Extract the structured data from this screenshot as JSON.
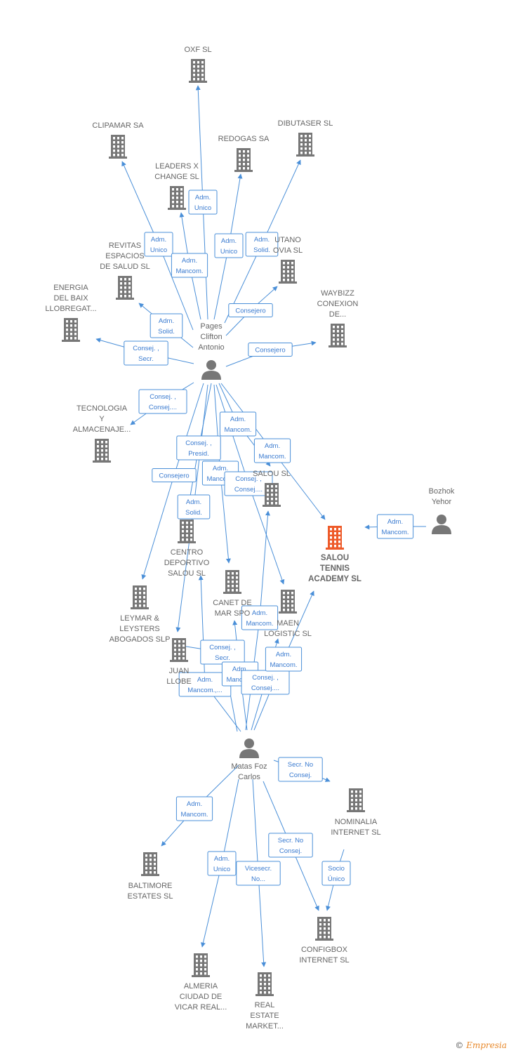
{
  "colors": {
    "building": "#777777",
    "building_main": "#ee5a29",
    "person": "#777777",
    "edge": "#4a8fd8"
  },
  "icons": {
    "company": "building-icon",
    "person": "person-icon"
  },
  "nodes": [
    {
      "id": "oxf",
      "type": "company",
      "label": [
        "OXF SL"
      ]
    },
    {
      "id": "clipamar",
      "type": "company",
      "label": [
        "CLIPAMAR SA"
      ]
    },
    {
      "id": "dibutaser",
      "type": "company",
      "label": [
        "DIBUTASER SL"
      ]
    },
    {
      "id": "redogas",
      "type": "company",
      "label": [
        "REDOGAS SA"
      ]
    },
    {
      "id": "leaders",
      "type": "company",
      "label": [
        "LEADERS X",
        "CHANGE SL"
      ]
    },
    {
      "id": "revitas",
      "type": "company",
      "label": [
        "REVITAS",
        "ESPACIOS",
        "DE SALUD  SL"
      ]
    },
    {
      "id": "butano",
      "type": "company",
      "label": [
        "UTANO",
        "OVIA  SL"
      ]
    },
    {
      "id": "energia",
      "type": "company",
      "label": [
        "ENERGIA",
        "DEL BAIX",
        "LLOBREGAT..."
      ]
    },
    {
      "id": "waybizz",
      "type": "company",
      "label": [
        "WAYBIZZ",
        "CONEXION",
        "DE..."
      ]
    },
    {
      "id": "tecnologia",
      "type": "company",
      "label": [
        "TECNOLOGIA",
        "Y",
        "ALMACENAJE..."
      ]
    },
    {
      "id": "salou",
      "type": "company",
      "label": [
        "SALOU  SL"
      ]
    },
    {
      "id": "centro",
      "type": "company",
      "label": [
        "CENTRO",
        "DEPORTIVO",
        "SALOU  SL"
      ]
    },
    {
      "id": "salou_tennis",
      "type": "company",
      "main": true,
      "label": [
        "SALOU",
        "TENNIS",
        "ACADEMY  SL"
      ]
    },
    {
      "id": "canet",
      "type": "company",
      "label": [
        "CANET DE",
        "MAR SPO"
      ]
    },
    {
      "id": "maen",
      "type": "company",
      "label": [
        "MAEN",
        "LOGISTIC SL"
      ]
    },
    {
      "id": "leymar",
      "type": "company",
      "label": [
        "LEYMAR &",
        "LEYSTERS",
        "ABOGADOS  SLP"
      ]
    },
    {
      "id": "juan",
      "type": "company",
      "label": [
        "JUAN",
        "LLOBE"
      ]
    },
    {
      "id": "nominalia",
      "type": "company",
      "label": [
        "NOMINALIA",
        "INTERNET SL"
      ]
    },
    {
      "id": "baltimore",
      "type": "company",
      "label": [
        "BALTIMORE",
        "ESTATES SL"
      ]
    },
    {
      "id": "configbox",
      "type": "company",
      "label": [
        "CONFIGBOX",
        "INTERNET SL"
      ]
    },
    {
      "id": "almeria",
      "type": "company",
      "label": [
        "ALMERIA",
        "CIUDAD DE",
        "VICAR REAL..."
      ]
    },
    {
      "id": "real_estate",
      "type": "company",
      "label": [
        "REAL",
        "ESTATE",
        "MARKET..."
      ]
    },
    {
      "id": "pages",
      "type": "person",
      "label": [
        "Pages",
        "Clifton",
        "Antonio"
      ]
    },
    {
      "id": "bozhok",
      "type": "person",
      "label": [
        "Bozhok",
        "Yehor"
      ]
    },
    {
      "id": "matas",
      "type": "person",
      "label": [
        "Matas Foz",
        "Carlos"
      ]
    }
  ],
  "edges": [
    {
      "from": "pages",
      "to": "oxf",
      "label": [
        "Adm.",
        "Unico"
      ]
    },
    {
      "from": "pages",
      "to": "clipamar",
      "label": [
        "Adm.",
        "Unico"
      ]
    },
    {
      "from": "pages",
      "to": "leaders",
      "label": [
        "Adm.",
        "Mancom."
      ]
    },
    {
      "from": "pages",
      "to": "redogas",
      "label": [
        "Adm.",
        "Unico"
      ]
    },
    {
      "from": "pages",
      "to": "dibutaser",
      "label": [
        "Adm.",
        "Solid."
      ]
    },
    {
      "from": "pages",
      "to": "butano",
      "label": [
        "Consejero"
      ]
    },
    {
      "from": "pages",
      "to": "revitas",
      "label": [
        "Adm.",
        "Solid."
      ]
    },
    {
      "from": "pages",
      "to": "energia",
      "label": [
        "Consej. ,",
        "Secr."
      ]
    },
    {
      "from": "pages",
      "to": "waybizz",
      "label": [
        "Consejero"
      ]
    },
    {
      "from": "pages",
      "to": "tecnologia",
      "label": [
        "Consej. ,",
        "Consej...."
      ]
    },
    {
      "from": "pages",
      "to": "salou",
      "label": [
        "Adm.",
        "Mancom."
      ]
    },
    {
      "from": "pages",
      "to": "salou_tennis",
      "label": [
        "Adm.",
        "Mancom."
      ]
    },
    {
      "from": "pages",
      "to": "centro",
      "label": [
        "Consej. ,",
        "Presid."
      ]
    },
    {
      "from": "pages",
      "to": "leymar",
      "label": [
        "Consejero"
      ]
    },
    {
      "from": "pages",
      "to": "canet",
      "label": [
        "Adm.",
        "Mancom."
      ]
    },
    {
      "from": "pages",
      "to": "maen",
      "label": [
        "Consej. ,",
        "Consej...."
      ]
    },
    {
      "from": "pages",
      "to": "juan",
      "label": [
        "Adm.",
        "Solid."
      ]
    },
    {
      "from": "bozhok",
      "to": "salou_tennis",
      "label": [
        "Adm.",
        "Mancom."
      ]
    },
    {
      "from": "matas",
      "to": "salou",
      "label": [
        "Adm.",
        "Mancom."
      ]
    },
    {
      "from": "matas",
      "to": "juan",
      "label": [
        "Consej. ,",
        "Secr."
      ]
    },
    {
      "from": "matas",
      "to": "centro",
      "label": [
        "Adm.",
        "Mancom.,..."
      ]
    },
    {
      "from": "matas",
      "to": "canet",
      "label": [
        "Adm.",
        "Mancom."
      ]
    },
    {
      "from": "matas",
      "to": "maen",
      "label": [
        "Consej. ,",
        "Consej...."
      ]
    },
    {
      "from": "matas",
      "to": "salou_tennis",
      "label": [
        "Adm.",
        "Mancom."
      ]
    },
    {
      "from": "matas",
      "to": "nominalia",
      "label": [
        "Secr.  No",
        "Consej."
      ]
    },
    {
      "from": "matas",
      "to": "baltimore",
      "label": [
        "Adm.",
        "Mancom."
      ]
    },
    {
      "from": "matas",
      "to": "almeria",
      "label": [
        "Adm.",
        "Unico"
      ]
    },
    {
      "from": "matas",
      "to": "real_estate",
      "label": [
        "Vicesecr.",
        "No..."
      ]
    },
    {
      "from": "matas",
      "to": "configbox",
      "label": [
        "Secr.  No",
        "Consej."
      ]
    },
    {
      "from": "nominalia",
      "to": "configbox",
      "label": [
        "Socio",
        "Único"
      ]
    }
  ],
  "footer": {
    "copyright_symbol": "©",
    "brand": "Empresia"
  }
}
